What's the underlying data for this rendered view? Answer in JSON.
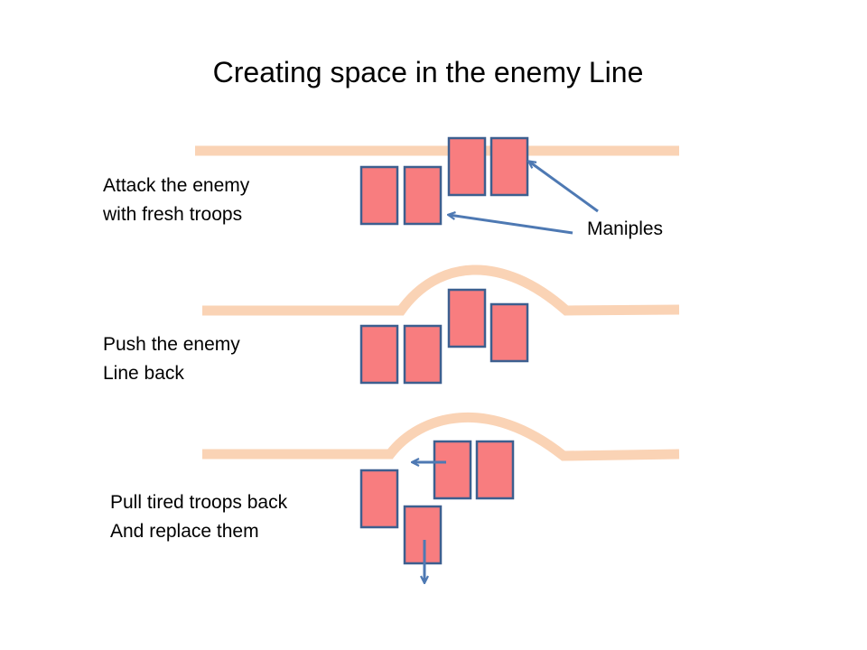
{
  "title": "Creating space in the enemy Line",
  "colors": {
    "line": "#FAD3B5",
    "unit_fill": "#F87D7F",
    "unit_stroke": "#3D5F8F",
    "arrow": "#4E79B3"
  },
  "steps": [
    {
      "line1": "Attack the enemy",
      "line2": "with fresh troops"
    },
    {
      "line1": "Push the enemy",
      "line2": "Line back"
    },
    {
      "line1": "Pull tired troops back",
      "line2": "And replace them"
    }
  ],
  "callout": {
    "label": "Maniples"
  }
}
